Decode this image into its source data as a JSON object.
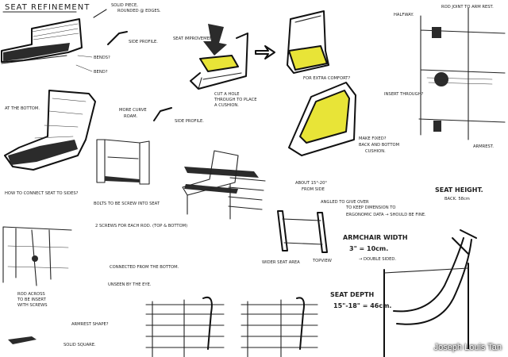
{
  "title": "SEAT REFINEMENT",
  "notes": {
    "solid_piece": "SOLID PIECE,",
    "rounded_edges": "ROUNDED @ EDGES.",
    "side_profile_1": "SIDE PROFILE.",
    "bends": "BENDS?",
    "bend2": "BEND?",
    "seat_improvement": "SEAT IMPROVEMENT",
    "cut_a_hole": "CUT A HOLE",
    "through_to_place": "THROUGH TO PLACE",
    "a_cushion": "A CUSHION.",
    "for_extra_comfort": "FOR EXTRA COMFORT?",
    "at_the_bottom": "AT THE BOTTOM.",
    "more_curve": "MORE CURVE",
    "roam": "ROAM.",
    "side_profile_2": "SIDE PROFILE.",
    "make_fixed": "MAKE FIXED?",
    "back_and_bottom": "BACK AND BOTTOM",
    "cushion": "CUSHION.",
    "how_to_connect": "HOW TO CONNECT SEAT TO SIDES?",
    "halfway": "HALFWAY.",
    "rod_joint": "ROD JOINT TO ARM REST.",
    "insert_through": "INSERT THROUGH?",
    "armrest_label": "ARMREST.",
    "about_15": "ABOUT 15°-20°",
    "from_side": "FROM SIDE",
    "angled_to_give": "ANGLED TO GIVE OVER",
    "keep_dimension": "TO KEEP DIMENSION TO",
    "ergonomic_data": "ERGONOMIC DATA → SHOULD BE FINE.",
    "wider_seat_area": "WIDER SEAT AREA",
    "top_view": "TOPVIEW",
    "armchair_width": "ARMCHAIR WIDTH",
    "armchair_dims": "3\" = 10cm.",
    "double_sides": "→ DOUBLE SIDED.",
    "seat_height": "SEAT HEIGHT.",
    "seat_height_val": "BACK. 58cm",
    "seat_depth": "SEAT DEPTH",
    "seat_depth_val": "15\"-18\" = 46cm.",
    "screws_1": "BOLTS TO BE SCREW INTO SEAT",
    "screws_2": "2 SCREWS FOR EACH ROD. (TOP & BOTTOM)",
    "connected_from": "CONNECTED FROM THE BOTTOM.",
    "unseen": "UNSEEN BY THE EYE.",
    "rod_across": "ROD ACROSS",
    "to_be_insert": "TO BE INSERT",
    "with_screws": "WITH SCREWS",
    "armrest_shape": "ARMREST SHAPE?",
    "solid_square": "SOLID SQUARE."
  },
  "credit": "Joseph Louis Tan",
  "colors": {
    "ink": "#1e1e1e",
    "highlight": "#e8e437",
    "paper": "#ffffff"
  }
}
